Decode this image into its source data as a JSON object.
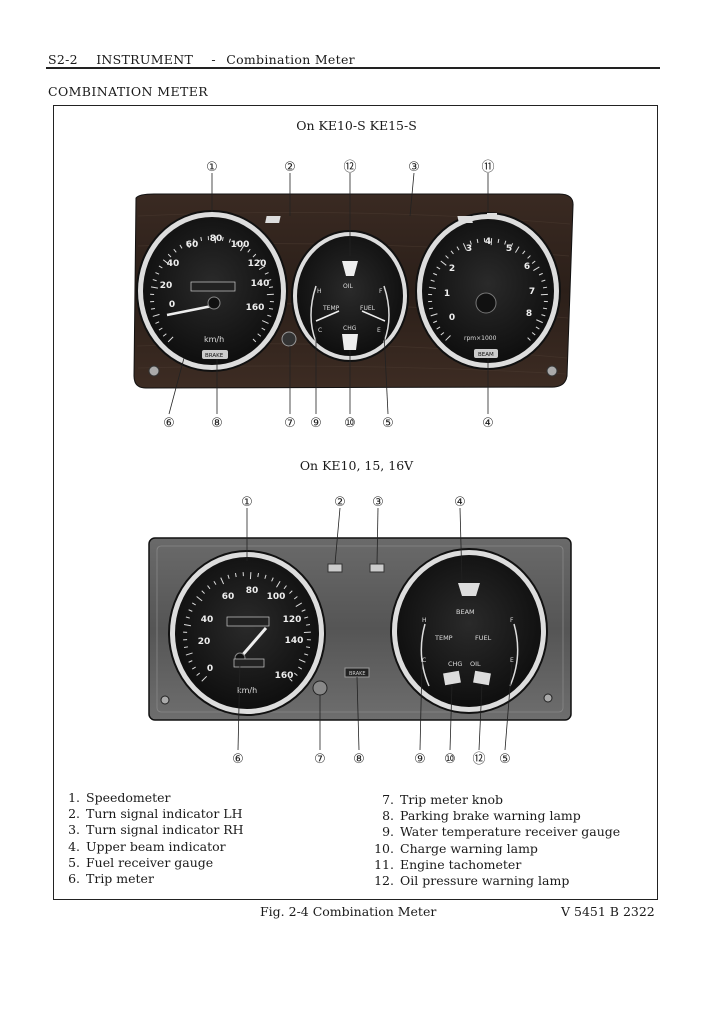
{
  "header": {
    "page_code": "S2-2",
    "chapter": "INSTRUMENT",
    "dash": "-",
    "subject": "Combination Meter"
  },
  "section_title": "COMBINATION METER",
  "figure_top": {
    "caption": "On KE10-S KE15-S",
    "callouts_top": [
      "①",
      "②",
      "⑫",
      "③",
      "⑪"
    ],
    "callouts_bottom": [
      "⑥",
      "⑧",
      "⑦",
      "⑨",
      "⑩",
      "⑤",
      "④"
    ],
    "speedo_marks": [
      "60",
      "80",
      "100",
      "120",
      "140",
      "160",
      "40",
      "20",
      "0"
    ],
    "speedo_unit": "km/h",
    "brake_label": "BRAKE",
    "center_labels": [
      "OIL",
      "TEMP",
      "FUEL",
      "CHG",
      "H",
      "C",
      "F",
      "E"
    ],
    "tacho_marks": [
      "3",
      "4",
      "5",
      "6",
      "7",
      "8",
      "2",
      "1",
      "0"
    ],
    "tacho_unit": "rpm×1000",
    "beam_label": "BEAM"
  },
  "figure_bottom": {
    "caption": "On KE10, 15, 16V",
    "callouts_top": [
      "①",
      "②",
      "③",
      "④"
    ],
    "callouts_bottom": [
      "⑥",
      "⑦",
      "⑧",
      "⑨",
      "⑩",
      "⑫",
      "⑤"
    ],
    "speedo_marks": [
      "60",
      "80",
      "100",
      "120",
      "140",
      "40",
      "20",
      "0",
      "160"
    ],
    "speedo_unit": "km/h",
    "right_labels": [
      "BEAM",
      "TEMP",
      "FUEL",
      "CHG",
      "OIL",
      "H",
      "C",
      "F",
      "E"
    ],
    "brake_label": "BRAKE"
  },
  "legend_left": [
    {
      "num": "1.",
      "label": "Speedometer"
    },
    {
      "num": "2.",
      "label": "Turn signal indicator LH"
    },
    {
      "num": "3.",
      "label": "Turn signal indicator RH"
    },
    {
      "num": "4.",
      "label": "Upper beam indicator"
    },
    {
      "num": "5.",
      "label": "Fuel receiver gauge"
    },
    {
      "num": "6.",
      "label": "Trip meter"
    }
  ],
  "legend_right": [
    {
      "num": "7.",
      "label": "Trip meter knob"
    },
    {
      "num": "8.",
      "label": "Parking brake warning lamp"
    },
    {
      "num": "9.",
      "label": "Water temperature receiver gauge"
    },
    {
      "num": "10.",
      "label": "Charge warning lamp"
    },
    {
      "num": "11.",
      "label": "Engine tachometer"
    },
    {
      "num": "12.",
      "label": "Oil pressure warning lamp"
    }
  ],
  "figure_caption": "Fig. 2-4 Combination Meter",
  "figure_code": "V 5451 B 2322"
}
